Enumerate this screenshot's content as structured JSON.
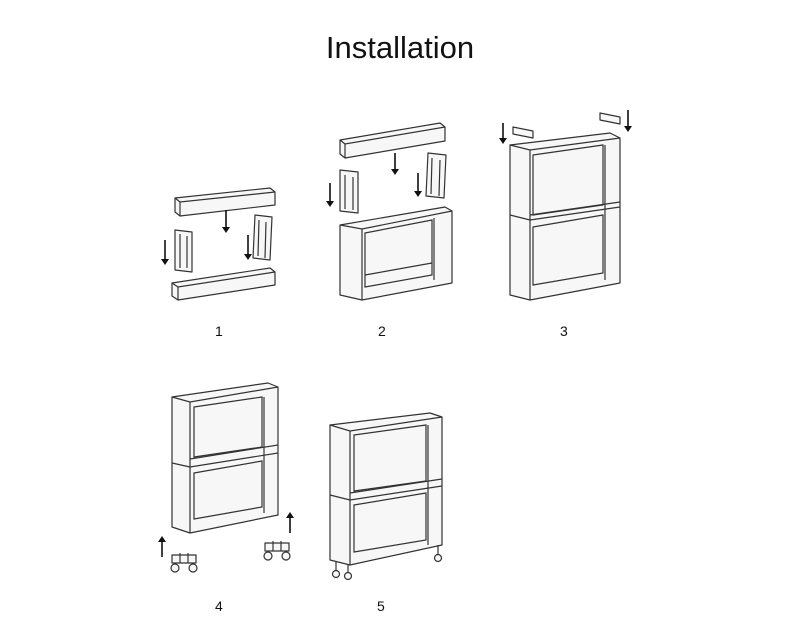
{
  "title": "Installation",
  "steps": [
    {
      "number": "1"
    },
    {
      "number": "2"
    },
    {
      "number": "3"
    },
    {
      "number": "4"
    },
    {
      "number": "5"
    }
  ]
}
